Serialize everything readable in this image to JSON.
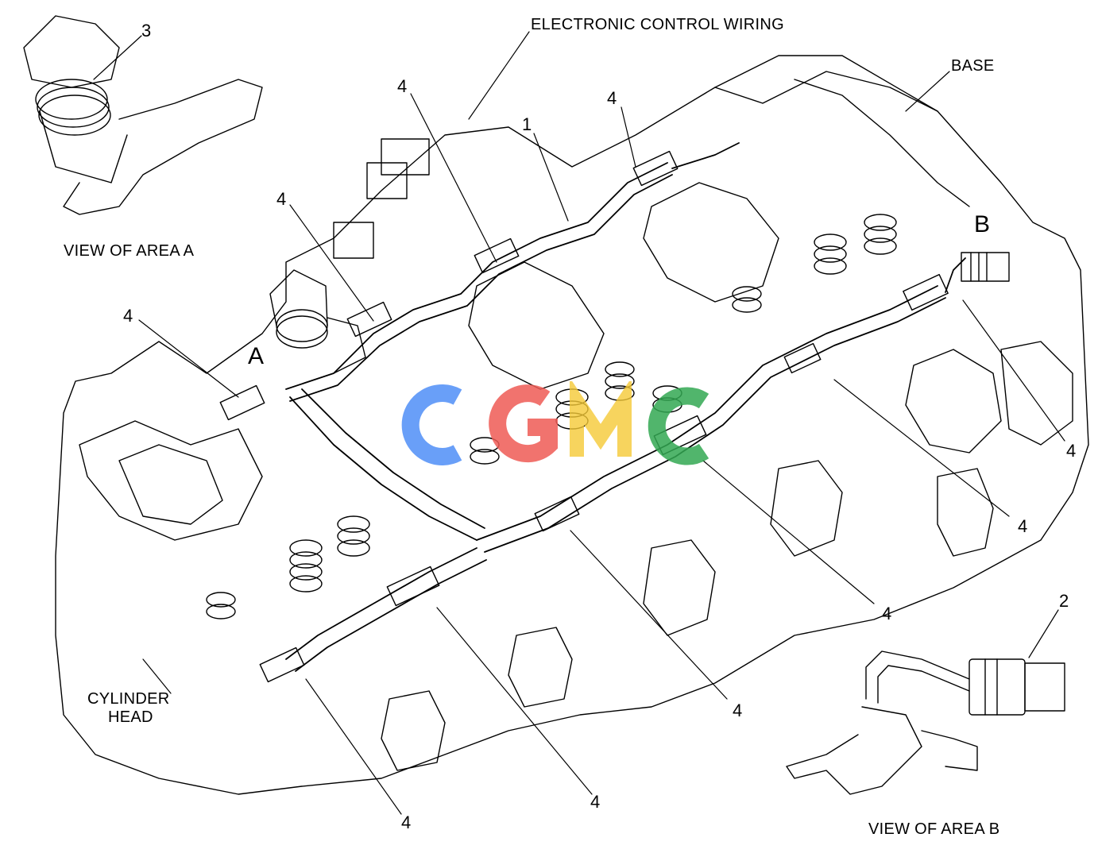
{
  "labels": {
    "electronic_control_wiring": "ELECTRONIC CONTROL WIRING",
    "base": "BASE",
    "view_area_a": "VIEW OF AREA  A",
    "view_area_b": "VIEW OF AREA  B",
    "cylinder": "CYLINDER",
    "head": "HEAD",
    "area_a_letter": "A",
    "area_b_letter": "B"
  },
  "callouts": {
    "one": "1",
    "two": "2",
    "three": "3",
    "four": "4"
  },
  "watermark": {
    "colors": [
      "#4f8ef7",
      "#ef5b55",
      "#f5c936",
      "#33a852"
    ]
  }
}
